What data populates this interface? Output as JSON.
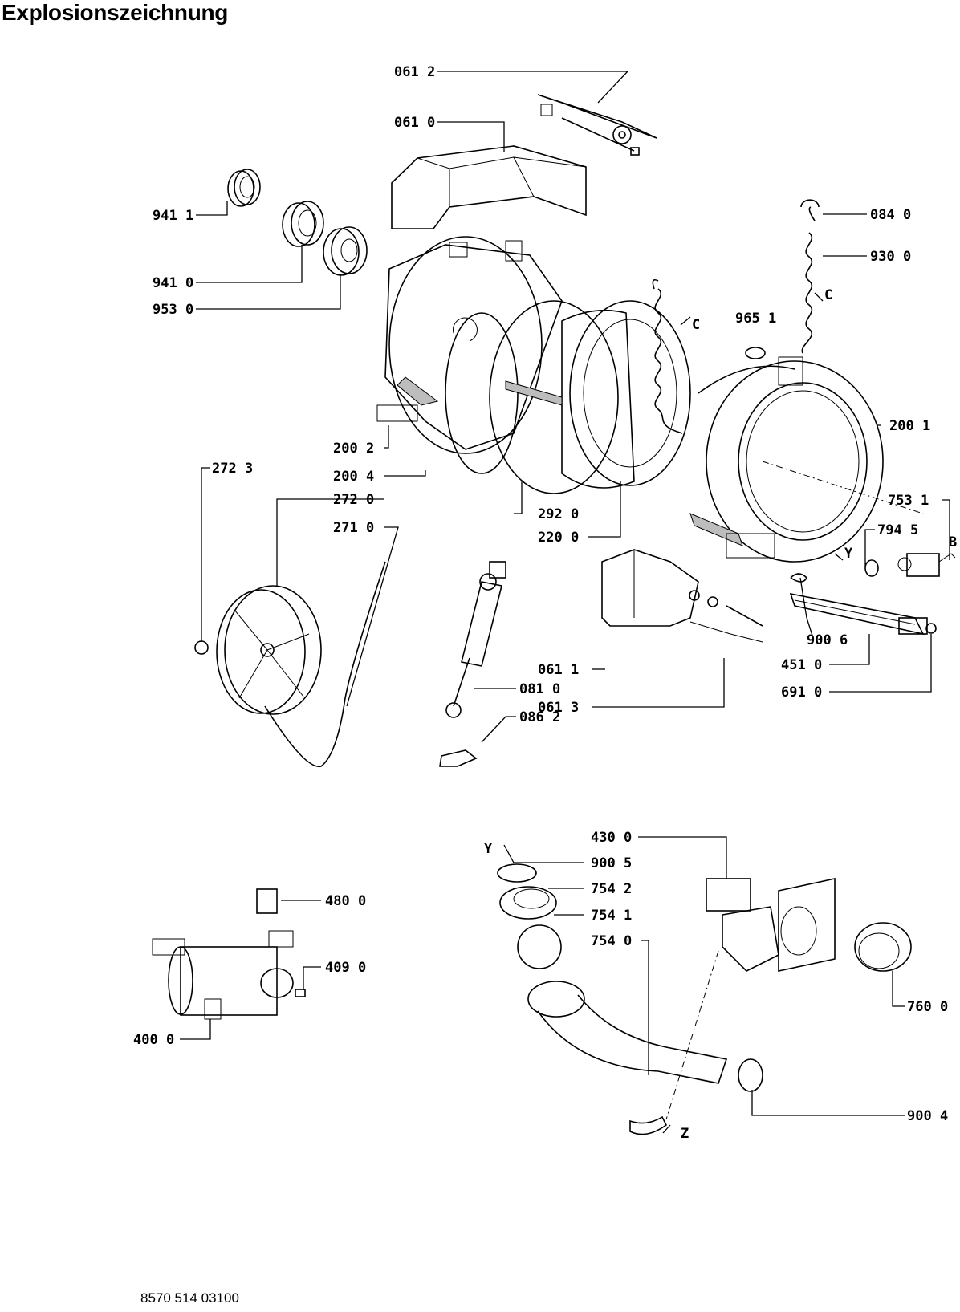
{
  "title": "Explosionszeichnung",
  "document_number": "8570 514 03100",
  "callouts": [
    {
      "id": "c0612",
      "text": "061 2"
    },
    {
      "id": "c0610",
      "text": "061 0"
    },
    {
      "id": "c9411",
      "text": "941 1"
    },
    {
      "id": "c9410",
      "text": "941 0"
    },
    {
      "id": "c9530",
      "text": "953 0"
    },
    {
      "id": "c0840",
      "text": "084 0"
    },
    {
      "id": "c9300",
      "text": "930 0"
    },
    {
      "id": "cC1",
      "text": "C"
    },
    {
      "id": "cC2",
      "text": "C"
    },
    {
      "id": "c9651",
      "text": "965 1"
    },
    {
      "id": "c2002",
      "text": "200 2"
    },
    {
      "id": "c2001",
      "text": "200 1"
    },
    {
      "id": "c2004",
      "text": "200 4"
    },
    {
      "id": "c2723",
      "text": "272 3"
    },
    {
      "id": "c2720",
      "text": "272 0"
    },
    {
      "id": "c2710",
      "text": "271 0"
    },
    {
      "id": "c2920",
      "text": "292 0"
    },
    {
      "id": "c2200",
      "text": "220 0"
    },
    {
      "id": "c7531",
      "text": "753 1"
    },
    {
      "id": "c7945",
      "text": "794 5"
    },
    {
      "id": "cB",
      "text": "B"
    },
    {
      "id": "cY1",
      "text": "Y"
    },
    {
      "id": "c0611",
      "text": "061 1"
    },
    {
      "id": "c0613",
      "text": "061 3"
    },
    {
      "id": "c9006",
      "text": "900 6"
    },
    {
      "id": "c4510",
      "text": "451 0"
    },
    {
      "id": "c6910",
      "text": "691 0"
    },
    {
      "id": "c0810",
      "text": "081 0"
    },
    {
      "id": "c0862",
      "text": "086 2"
    },
    {
      "id": "c4300",
      "text": "430 0"
    },
    {
      "id": "cY2",
      "text": "Y"
    },
    {
      "id": "c9005",
      "text": "900 5"
    },
    {
      "id": "c7542",
      "text": "754 2"
    },
    {
      "id": "c7541",
      "text": "754 1"
    },
    {
      "id": "c7540",
      "text": "754 0"
    },
    {
      "id": "c4800",
      "text": "480 0"
    },
    {
      "id": "c4090",
      "text": "409 0"
    },
    {
      "id": "c4000",
      "text": "400 0"
    },
    {
      "id": "c7600",
      "text": "760 0"
    },
    {
      "id": "c9004",
      "text": "900 4"
    },
    {
      "id": "cZ",
      "text": "Z"
    }
  ]
}
